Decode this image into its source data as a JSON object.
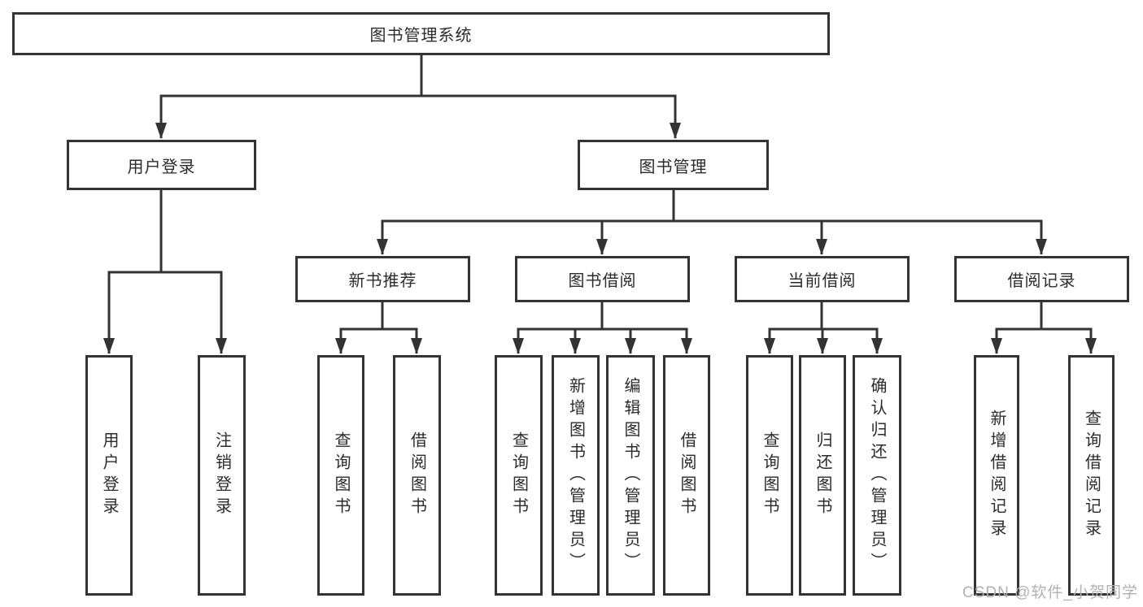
{
  "diagram": {
    "root": {
      "label": "图书管理系统"
    },
    "branches": [
      {
        "label": "用户登录",
        "children": [
          {
            "label": "用户登录"
          },
          {
            "label": "注销登录"
          }
        ]
      },
      {
        "label": "图书管理",
        "children": [
          {
            "label": "新书推荐",
            "children": [
              {
                "label": "查询图书"
              },
              {
                "label": "借阅图书"
              }
            ]
          },
          {
            "label": "图书借阅",
            "children": [
              {
                "label": "查询图书"
              },
              {
                "label": "新增图书（管理员）"
              },
              {
                "label": "编辑图书（管理员）"
              },
              {
                "label": "借阅图书"
              }
            ]
          },
          {
            "label": "当前借阅",
            "children": [
              {
                "label": "查询图书"
              },
              {
                "label": "归还图书"
              },
              {
                "label": "确认归还（管理员）"
              }
            ]
          },
          {
            "label": "借阅记录",
            "children": [
              {
                "label": "新增借阅记录"
              },
              {
                "label": "查询借阅记录"
              }
            ]
          }
        ]
      }
    ]
  },
  "watermark": {
    "text": "CSDN @软件_小贺同学"
  },
  "colors": {
    "line": "#333333",
    "text": "#2b2b2b",
    "background": "#ffffff",
    "watermark": "#b5b0b0"
  }
}
